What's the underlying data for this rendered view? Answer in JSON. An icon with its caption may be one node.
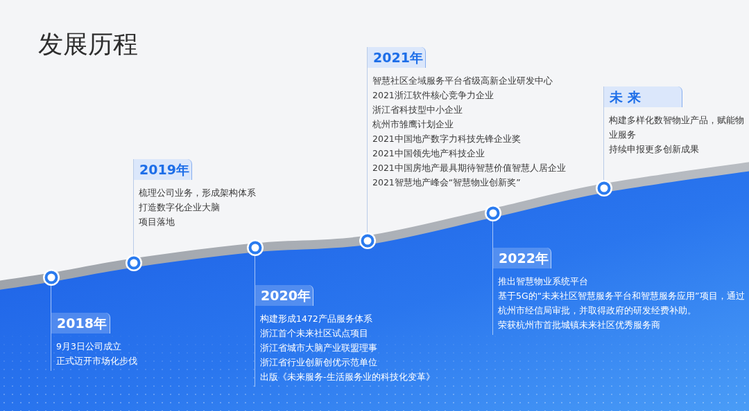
{
  "diagram": {
    "title": "发展历程",
    "nodes": [
      {
        "text": [
          "2018年",
          "9月3日公司成立",
          "正式迈开市场化步伐"
        ]
      },
      {
        "text": [
          "2019年",
          "梳理公司业务，形成架构体系",
          "打造数字化企业大脑",
          "项目落地"
        ]
      },
      {
        "text": [
          "2020年",
          "构建形成1472产品服务体系",
          "浙江首个未来社区试点项目",
          "浙江省城市大脑产业联盟理事",
          "浙江省行业创新创优示范单位",
          "出版《未来服务-生活服务业的科技化变革》"
        ]
      },
      {
        "text": [
          "2021年",
          "智慧社区全域服务平台省级高新企业研发中心",
          "2021浙江软件核心竞争力企业",
          "浙江省科技型中小企业",
          "杭州市雏鹰计划企业",
          "2021中国地产数字力科技先锋企业奖",
          "2021中国领先地产科技企业",
          "2021中国房地产最具期待智慧价值智慧人居企业",
          "2021智慧地产峰会“智慧物业创新奖”"
        ]
      },
      {
        "text": [
          "2022年",
          "推出智慧物业系统平台",
          "基于5G的“未来社区智慧服务平台和智慧服务应用”项目，通过杭州市经信局审批，并取得政府的研发经费补助。",
          "荣获杭州市首批城镇未来社区优秀服务商"
        ]
      },
      {
        "text": [
          "未 来",
          "构建多样化数智物业产品，赋能物业服务",
          "持续申报更多创新成果"
        ]
      },
      {
        "text": [],
        "shape": "circle"
      },
      {
        "text": [],
        "shape": "circle"
      },
      {
        "text": [],
        "shape": "circle"
      },
      {
        "text": [],
        "shape": "circle"
      },
      {
        "text": [],
        "shape": "circle"
      },
      {
        "text": [],
        "shape": "circle"
      }
    ],
    "edges": [
      {
        "from": 6,
        "to": 0,
        "arrow": "none"
      },
      {
        "from": 7,
        "to": 1,
        "arrow": "none"
      },
      {
        "from": 8,
        "to": 2,
        "arrow": "none"
      },
      {
        "from": 9,
        "to": 3,
        "arrow": "none"
      },
      {
        "from": 10,
        "to": 4,
        "arrow": "none"
      },
      {
        "from": 11,
        "to": 5,
        "arrow": "none"
      }
    ]
  }
}
